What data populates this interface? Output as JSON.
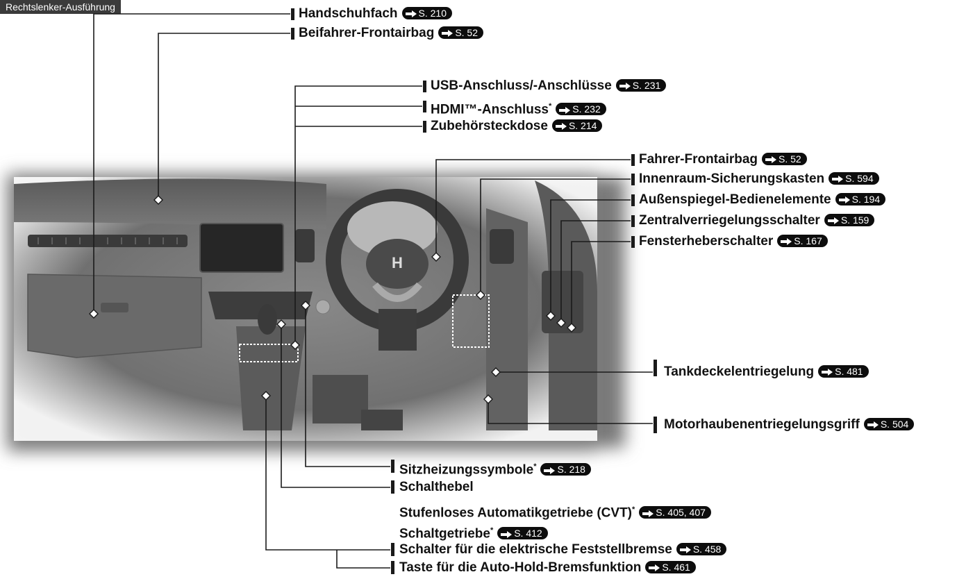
{
  "header_tag": "Rechtslenker-Ausführung",
  "callouts": [
    {
      "id": "glovebox",
      "text": "Handschuhfach",
      "ref": "S. 210"
    },
    {
      "id": "passenger-airbag",
      "text": "Beifahrer-Frontairbag",
      "ref": "S. 52"
    },
    {
      "id": "usb-port",
      "text": "USB-Anschluss/-Anschlüsse",
      "ref": "S. 231"
    },
    {
      "id": "hdmi-port",
      "text": "HDMI™-Anschluss",
      "ref": "S. 232",
      "asterisk": true
    },
    {
      "id": "accessory-socket",
      "text": "Zubehörsteckdose",
      "ref": "S. 214"
    },
    {
      "id": "driver-airbag",
      "text": "Fahrer-Frontairbag",
      "ref": "S. 52"
    },
    {
      "id": "fuse-box",
      "text": "Innenraum-Sicherungskasten",
      "ref": "S. 594"
    },
    {
      "id": "mirror-controls",
      "text": "Außenspiegel-Bedienelemente",
      "ref": "S. 194"
    },
    {
      "id": "central-lock",
      "text": "Zentralverriegelungsschalter",
      "ref": "S. 159"
    },
    {
      "id": "window-switch",
      "text": "Fensterheberschalter",
      "ref": "S. 167"
    },
    {
      "id": "fuel-door",
      "text": "Tankdeckelentriegelung",
      "ref": "S. 481"
    },
    {
      "id": "hood-release",
      "text": "Motorhaubenentriegelungsgriff",
      "ref": "S. 504"
    },
    {
      "id": "seat-heater",
      "text": "Sitzheizungssymbole",
      "ref": "S. 218",
      "asterisk": true
    },
    {
      "id": "shift-lever",
      "text": "Schalthebel",
      "ref": ""
    },
    {
      "id": "cvt",
      "text": "Stufenloses Automatikgetriebe (CVT)",
      "ref": "S. 405, 407",
      "asterisk": true
    },
    {
      "id": "manual",
      "text": "Schaltgetriebe",
      "ref": "S. 412",
      "asterisk": true
    },
    {
      "id": "parking-brake",
      "text": "Schalter für die elektrische Feststellbremse",
      "ref": "S. 458"
    },
    {
      "id": "auto-hold",
      "text": "Taste für die Auto-Hold-Bremsfunktion",
      "ref": "S. 461"
    }
  ],
  "colors": {
    "line": "#1a1a1a",
    "pref_bg": "#0d0d0d",
    "tag_bg": "#3b3b3b"
  }
}
